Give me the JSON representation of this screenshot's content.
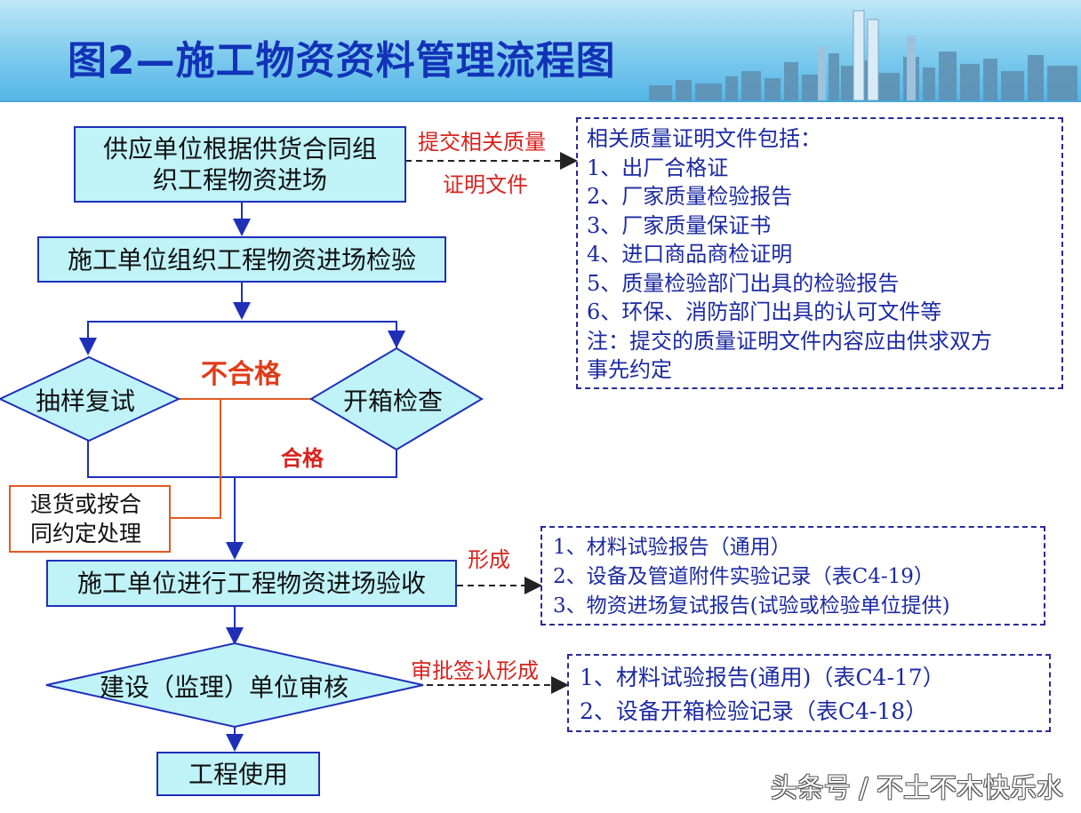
{
  "title": "图2—施工物资资料管理流程图",
  "colors": {
    "box_fill": "#bff3f8",
    "box_border": "#1f2fb8",
    "reject": "#e05a23",
    "label_red": "#d8231e",
    "note_text": "#1c2aa2"
  },
  "steps": {
    "supplier": {
      "line1": "供应单位根据供货合同组",
      "line2": "织工程物资进场"
    },
    "inspection": "施工单位组织工程物资进场检验",
    "sample_retest": "抽样复试",
    "unpack_check": "开箱检查",
    "return": {
      "line1": "退货或按合",
      "line2": "同约定处理"
    },
    "acceptance": "施工单位进行工程物资进场验收",
    "review": "建设（监理）单位审核",
    "use": "工程使用"
  },
  "labels": {
    "submit_line1": "提交相关质量",
    "submit_line2": "证明文件",
    "unqualified": "不合格",
    "qualified": "合格",
    "form": "形成",
    "approve_form": "审批签认形成"
  },
  "notes": {
    "quality_docs": [
      "相关质量证明文件包括：",
      "1、出厂合格证",
      "2、厂家质量检验报告",
      "3、厂家质量保证书",
      "4、进口商品商检证明",
      "5、质量检验部门出具的检验报告",
      "6、环保、消防部门出具的认可文件等",
      "注：提交的质量证明文件内容应由供求双方",
      "事先约定"
    ],
    "acceptance_docs": [
      "1、材料试验报告（通用）",
      "2、设备及管道附件实验记录（表C4-19）",
      "3、物资进场复试报告(试验或检验单位提供)"
    ],
    "review_docs": [
      "1、材料试验报告(通用)（表C4-17）",
      "2、设备开箱检验记录（表C4-18）"
    ]
  },
  "watermark": "头条号 / 不土不木快乐水"
}
